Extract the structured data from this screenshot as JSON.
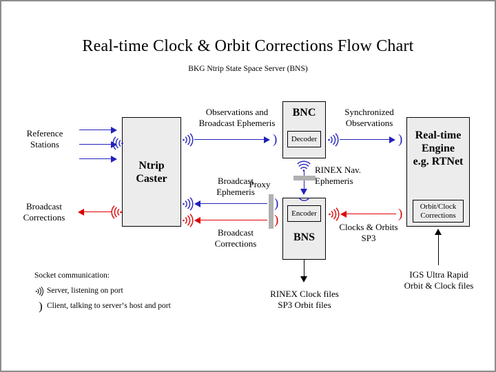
{
  "page": {
    "title": "Real-time Clock & Orbit Corrections Flow Chart",
    "subtitle": "BKG Ntrip State Space Server  (BNS)"
  },
  "colors": {
    "blue": "#2222bb",
    "red": "#dd0000",
    "black": "#000000",
    "box_fill": "#ececec",
    "proxy_gray": "#b0b0b0",
    "frame": "#8c8c8c"
  },
  "nodes": {
    "ntrip_caster": {
      "title": "Ntrip\nCaster"
    },
    "bnc": {
      "title": "BNC",
      "sub": "Decoder"
    },
    "bns": {
      "title": "BNS",
      "sub": "Encoder"
    },
    "rt_engine": {
      "title": "Real-time\nEngine\ne.g. RTNet",
      "sub": "Orbit/Clock\nCorrections"
    }
  },
  "labels": {
    "reference_stations": "Reference\nStations",
    "broadcast_corrections_left": "Broadcast\nCorrections",
    "observations_and_ephemeris": "Observations and\nBroadcast Ephemeris",
    "synchronized_observations": "Synchronized\nObservations",
    "rinex_nav_ephemeris": "RINEX Nav.\nEphemeris",
    "broadcast_ephemeris": "Broadcast\nEphemeris",
    "broadcast_corrections_mid": "Broadcast\nCorrections",
    "proxy": "Proxy",
    "clocks_and_orbits": "Clocks & Orbits\nSP3",
    "rinex_clock_files": "RINEX Clock files\nSP3 Orbit files",
    "igs_ultra_rapid": "IGS Ultra Rapid\nOrbit & Clock files"
  },
  "legend": {
    "heading": "Socket communication:",
    "server": "Server, listening on port",
    "client": "Client, talking to server‘s host and port",
    "server_icon": "socket-server-icon",
    "client_icon": "socket-client-icon"
  }
}
